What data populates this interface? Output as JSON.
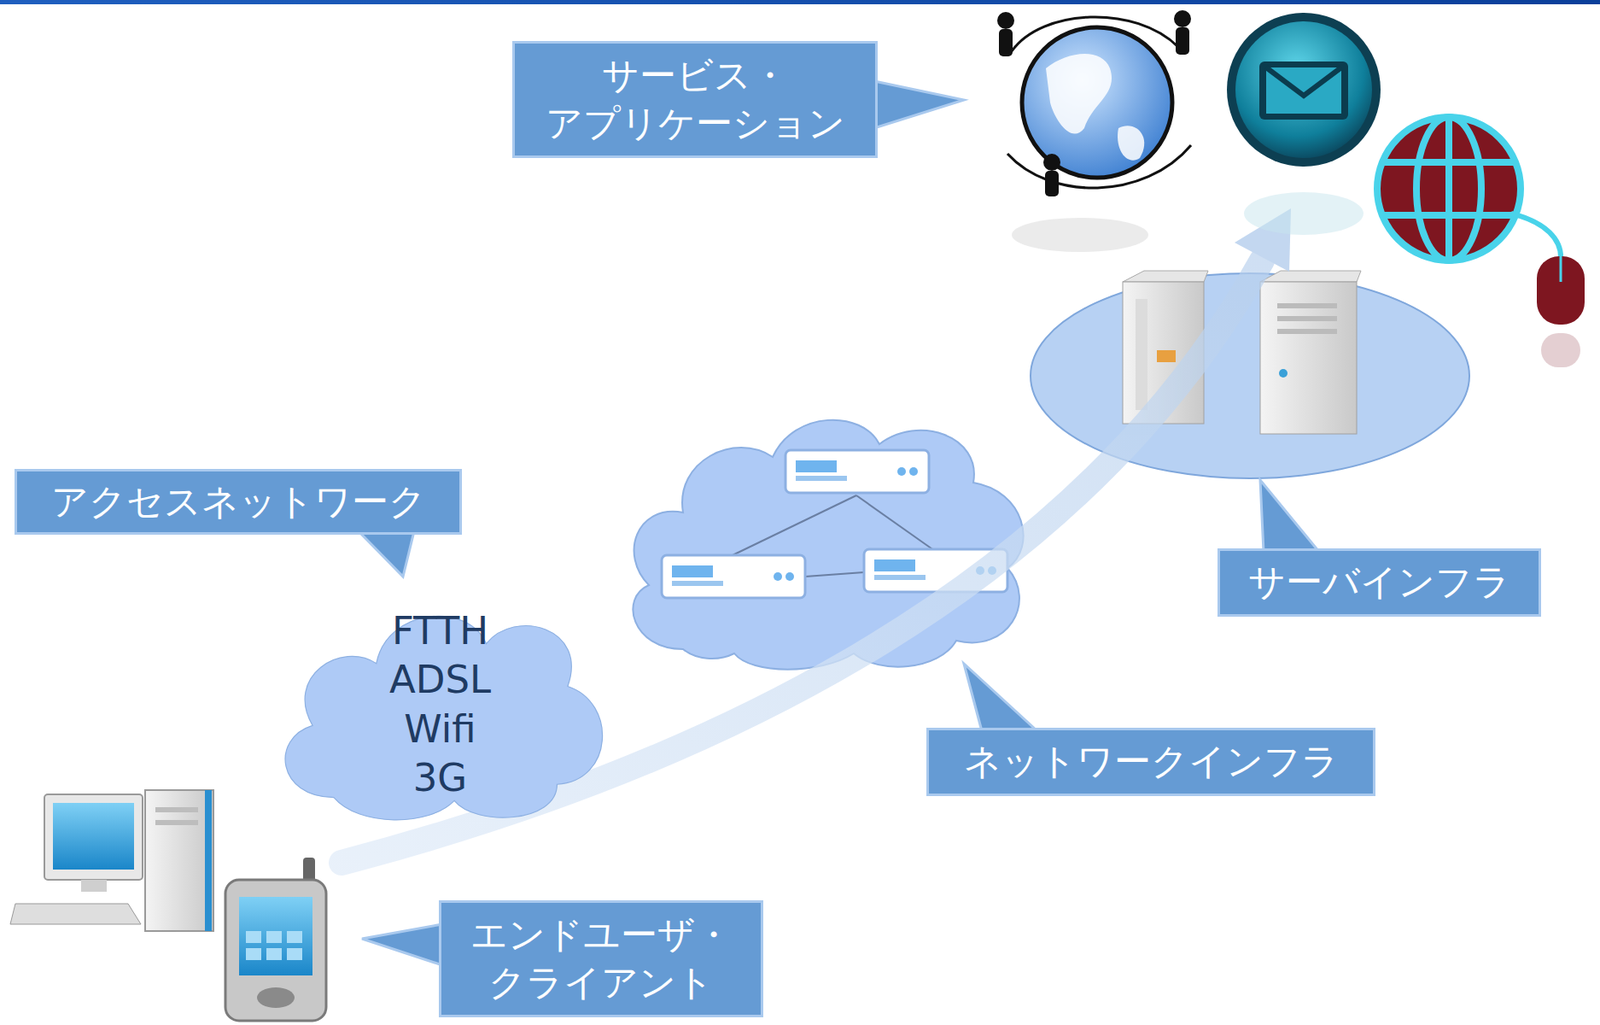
{
  "diagram": {
    "nodes": [
      {
        "text": [
          "サービス・ アプリケーション"
        ]
      },
      {
        "text": [
          "アクセスネットワーク"
        ]
      },
      {
        "text": [
          "FTTH",
          "ADSL",
          "Wifi",
          "3G"
        ]
      },
      {
        "text": [
          "サーバインフラ"
        ]
      },
      {
        "text": [
          "ネットワークインフラ"
        ]
      },
      {
        "text": [
          "エンドユーザ・ クライアント"
        ]
      }
    ]
  }
}
